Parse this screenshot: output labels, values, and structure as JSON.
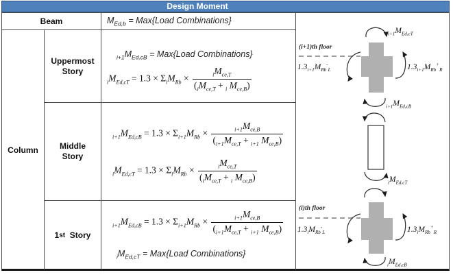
{
  "header": {
    "title": "Design Moment"
  },
  "colors": {
    "header_bg": "#4F81BD",
    "header_border": "#2C4D75",
    "header_text": "#FFFFFF",
    "grid_line": "#4A4A4A",
    "joint_fill": "#B0B0B0"
  },
  "table": {
    "beam": {
      "label": "Beam",
      "formula_html": "<i>M</i><sub><i>Ed,b</i></sub> <i>= Max{Load Combinations}</i>"
    },
    "column_label": "Column",
    "stories": [
      {
        "label_html": "Uppermost<br>Story",
        "line1_html": "<sub><i>i+1</i></sub><i>M</i><sub><i>Ed,cB</i></sub> <i>= Max{Load Combinations}</i>",
        "line2_html": "<sub><i>i</i></sub><i>M</i><sub><i>Ed,cT</i></sub> = 1.3 × Σ<sub><i>i</i></sub><i>M</i><sub><i>Rb</i></sub> × <span class='frac'><span class='fn'><sub><i>i</i></sub><i>M</i><sub><i>ce,T</i></sub></span><span class='fd'>(<sub><i>i</i></sub><i>M</i><sub><i>ce,T</i></sub> + <sub><i>i</i></sub> <i>M</i><sub><i>ce,B</i></sub>)</span></span>"
      },
      {
        "label_html": "Middle<br>Story",
        "line1_html": "<sub><i>i+1</i></sub><i>M</i><sub><i>Ed,cB</i></sub> = 1.3 × Σ<sub><i>i+1</i></sub><i>M</i><sub><i>Rb</i></sub> × <span class='frac'><span class='fn'><sub><i>i+1</i></sub><i>M</i><sub><i>ce,B</i></sub></span><span class='fd'>(<sub><i>i+1</i></sub><i>M</i><sub><i>ce,T</i></sub> + <sub><i>i+1</i></sub> <i>M</i><sub><i>ce,B</i></sub>)</span></span>",
        "line2_html": "<sub><i>i</i></sub><i>M</i><sub><i>Ed,cT</i></sub> = 1.3 × Σ<sub><i>i</i></sub><i>M</i><sub><i>Rb</i></sub> × <span class='frac'><span class='fn'><sub><i>i</i></sub><i>M</i><sub><i>ce,T</i></sub></span><span class='fd'>(<sub><i>i</i></sub><i>M</i><sub><i>ce,T</i></sub> + <sub><i>i</i></sub> <i>M</i><sub><i>ce,B</i></sub>)</span></span>"
      },
      {
        "label_html": "1<sup>st</sup>&nbsp; Story",
        "line1_html": "<sub><i>i+1</i></sub><i>M</i><sub><i>Ed,cB</i></sub> = 1.3 × Σ<sub><i>i+1</i></sub><i>M</i><sub><i>Rb</i></sub> × <span class='frac'><span class='fn'><sub><i>i+1</i></sub><i>M</i><sub><i>ce,B</i></sub></span><span class='fd'>(<sub><i>i+1</i></sub><i>M</i><sub><i>ce,T</i></sub> + <sub><i>i+1</i></sub> <i>M</i><sub><i>ce,B</i></sub>)</span></span>",
        "line2_html": "<sub><i>i</i></sub><i>M</i><sub><i>Ed,cT</i></sub> <i>= Max{Load Combinations}</i>"
      }
    ]
  },
  "diagram": {
    "top_joint": {
      "moment_top_html": "<sub><i>i+1</i></sub><i>M</i><sub><i>Ed,cT</i></sub>",
      "floor_label": "(i+1)th floor",
      "left_moment_html": "<i>1.3</i><sub><i>i+1</i></sub><i>M</i><sub><i>Rb</i></sub><sup>-</sup><sub><i>L</i></sub>",
      "right_moment_html": "<i>1.3</i><sub><i>i+1</i></sub><i>M</i><sub><i>Rb</i></sub><sup>+</sup><sub><i>R</i></sub>",
      "moment_bottom_html": "<sub><i>i+1</i></sub><i>M</i><sub><i>Ed,cB</i></sub>"
    },
    "bottom_joint": {
      "moment_top_html": "<sub><i>i</i></sub><i>M</i><sub><i>Ed,cT</i></sub>",
      "floor_label": "(i)th floor",
      "left_moment_html": "<i>1.3</i><sub><i>i</i></sub><i>M</i><sub><i>Rb</i></sub><sup>-</sup><sub><i>L</i></sub>",
      "right_moment_html": "<i>1.3</i><sub><i>i</i></sub><i>M</i><sub><i>Rb</i></sub><sup>+</sup><sub><i>R</i></sub>",
      "moment_bottom_html": "<sub><i>i</i></sub><i>M</i><sub><i>Ed,cB</i></sub>"
    }
  }
}
